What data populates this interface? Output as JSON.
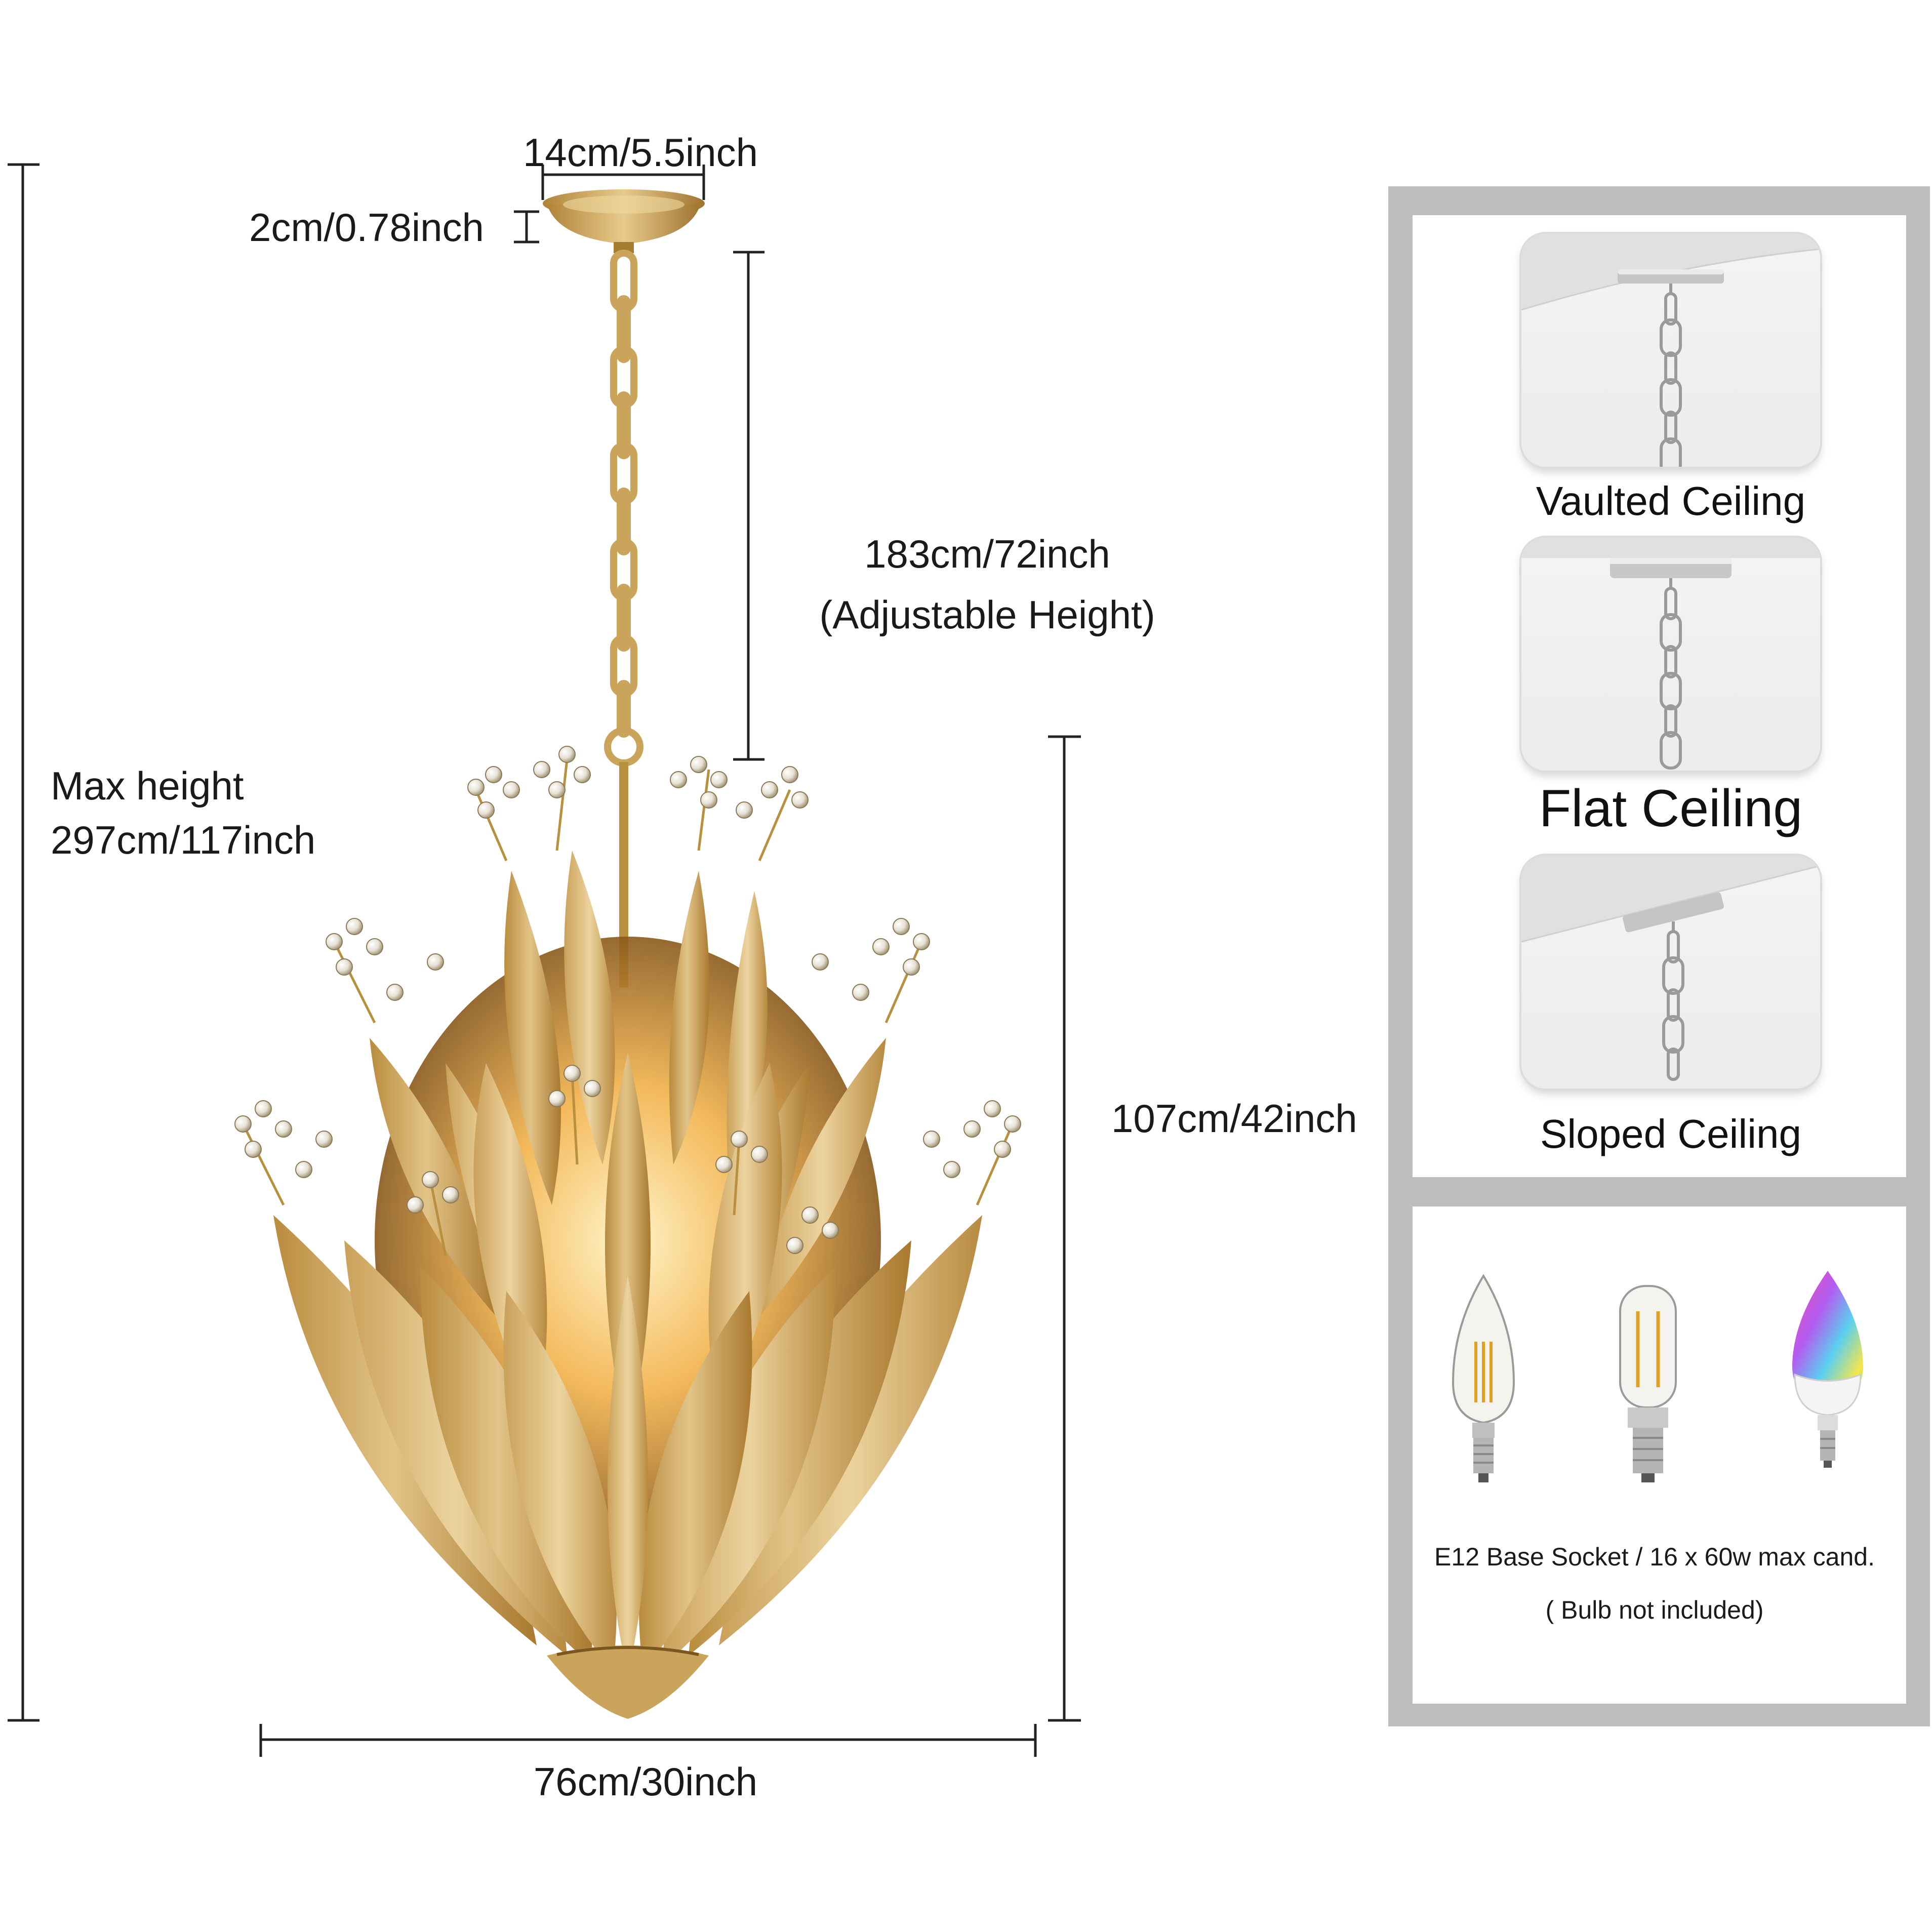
{
  "dimensions": {
    "canopy_width": "14cm/5.5inch",
    "canopy_height": "2cm/0.78inch",
    "chain_length_value": "183cm/72inch",
    "chain_length_note": "(Adjustable Height)",
    "max_height_label": "Max height",
    "max_height_value": "297cm/117inch",
    "body_height": "107cm/42inch",
    "body_width": "76cm/30inch"
  },
  "ceiling_types": [
    {
      "label": "Vaulted Ceiling",
      "icon": "vaulted-ceiling-icon"
    },
    {
      "label": "Flat Ceiling",
      "icon": "flat-ceiling-icon"
    },
    {
      "label": "Sloped Ceiling",
      "icon": "sloped-ceiling-icon"
    }
  ],
  "bulbs": {
    "socket_info": "E12 Base Socket / 16 x 60w max cand.",
    "note": "( Bulb not included)",
    "icons": [
      "candle-filament-bulb-icon",
      "tubular-filament-bulb-icon",
      "rgb-smart-bulb-icon"
    ]
  },
  "colors": {
    "gold": "#c9a45a",
    "gold_dark": "#a67c32",
    "panel_border": "#bdbdbd",
    "line": "#222222"
  }
}
